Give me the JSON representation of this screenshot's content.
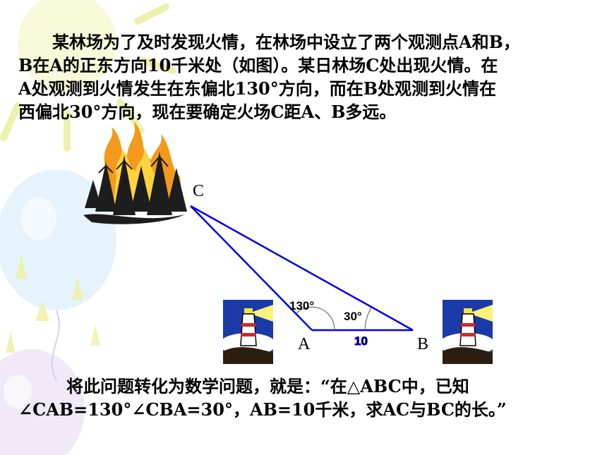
{
  "problem": {
    "lines": [
      "某林场为了及时发现火情，在林场中设立了两个观测点A和B，",
      "B在A的正东方向10千米处（如图）。某日林场C处出现火情。在",
      "A处观测到火情发生在东偏北130°方向，而在B处观测到火情在",
      "西偏北30°方向，现在要确定火场C距A、B多远。"
    ]
  },
  "figure": {
    "vertex_c": "C",
    "vertex_a": "A",
    "vertex_b": "B",
    "angle_a": "130°",
    "angle_b": "30°",
    "side_ab": "10",
    "line_color": "#0000ee"
  },
  "conversion": {
    "lines": [
      "将此问题转化为数学问题，就是：“在△ABC中，已知",
      "∠CAB=130°∠CBA=30°，AB=10千米，求AC与BC的长。”"
    ]
  }
}
